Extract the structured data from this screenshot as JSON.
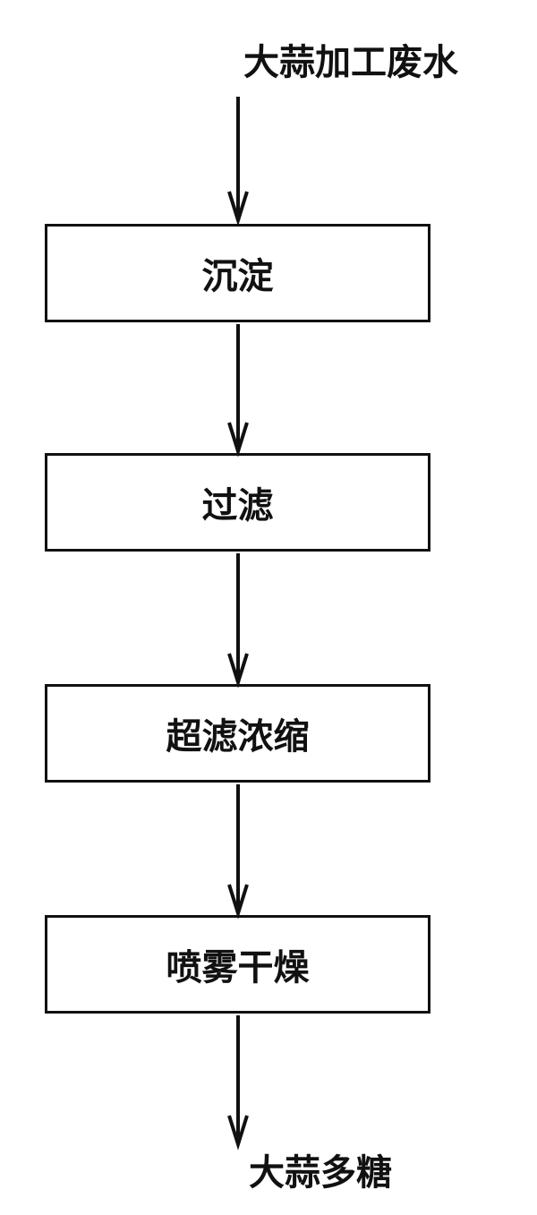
{
  "flow": {
    "input": "大蒜加工废水",
    "steps": [
      "沉淀",
      "过滤",
      "超滤浓缩",
      "喷雾干燥"
    ],
    "output": "大蒜多糖"
  },
  "colors": {
    "stroke": "#111111",
    "background": "#ffffff"
  }
}
